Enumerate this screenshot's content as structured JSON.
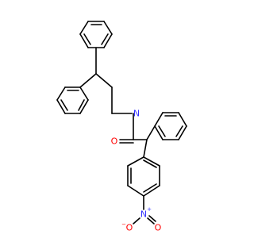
{
  "molecule": {
    "atom_labels": {
      "amide_nitrogen": "N",
      "amide_oxygen": "O",
      "nitro_nitrogen": "N",
      "nitro_oxygen_left": "O",
      "nitro_oxygen_right": "O",
      "nitro_nitrogen_charge": "+",
      "nitro_oxygen_charge": "−"
    },
    "colors": {
      "bond": "#000000",
      "nitrogen": "#3333ff",
      "oxygen": "#ff0000"
    }
  }
}
